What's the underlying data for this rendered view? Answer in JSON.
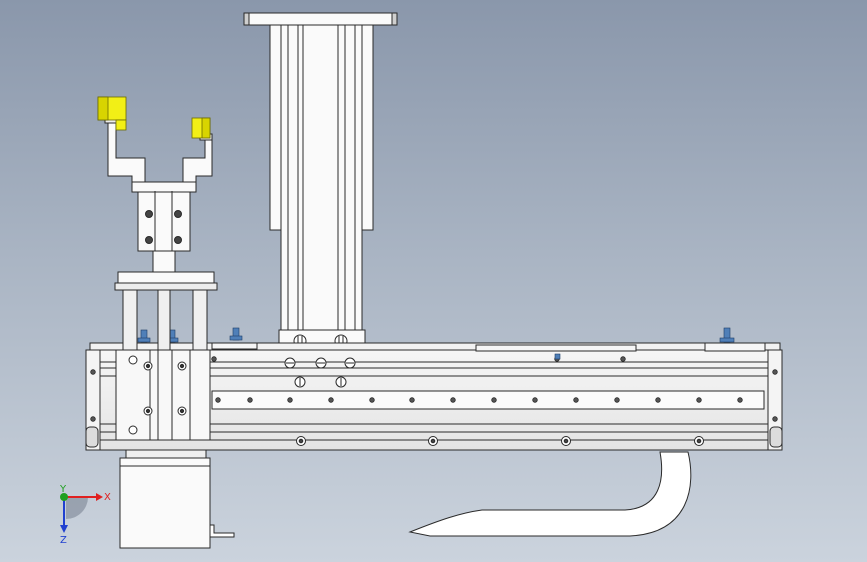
{
  "app": {
    "view_type": "cad-viewport"
  },
  "colors": {
    "background_top": "#8a97ab",
    "background_bottom": "#cbd3dd",
    "part_fill": "#ffffff",
    "part_stroke": "#2a2a2a",
    "highlight_yellow": "#f2ef16",
    "bolt_blue": "#4f7fb8",
    "axis_x": "#e02020",
    "axis_y": "#20a020",
    "axis_z": "#2040d0"
  },
  "triad": {
    "x_label": "X",
    "y_label": "Y",
    "z_label": "Z"
  }
}
